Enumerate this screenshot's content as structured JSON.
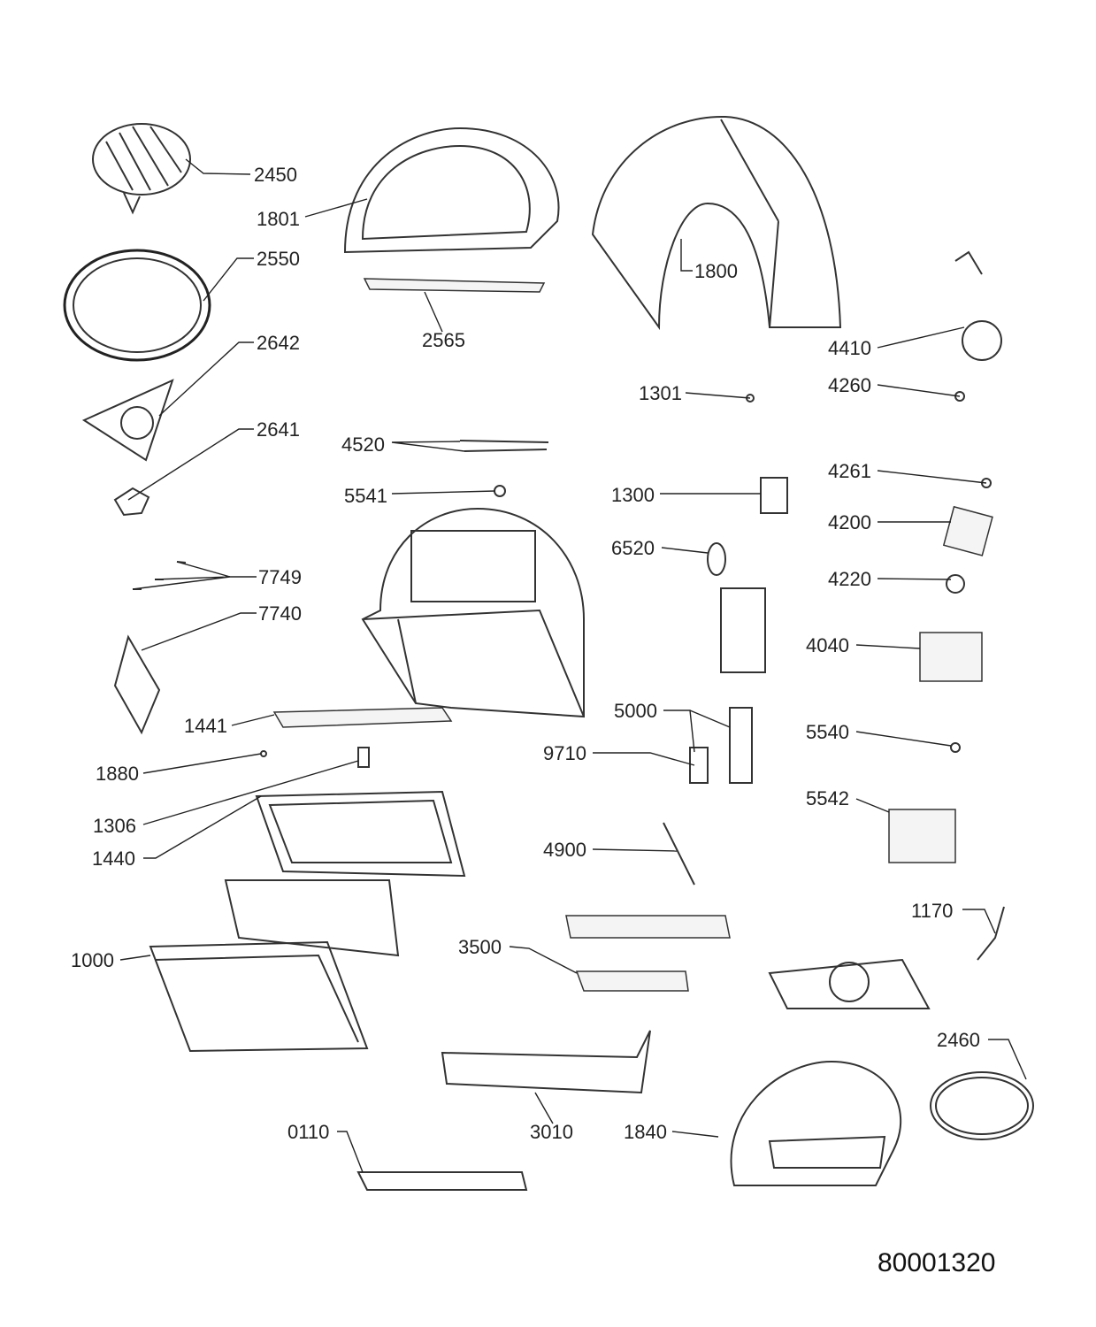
{
  "diagram": {
    "document_number": "80001320",
    "part_labels": {
      "p2450": "2450",
      "p1801": "1801",
      "p2550": "2550",
      "p2565": "2565",
      "p1800": "1800",
      "p2642": "2642",
      "p4410": "4410",
      "p1301": "1301",
      "p4260": "4260",
      "p2641": "2641",
      "p4520": "4520",
      "p5541": "5541",
      "p1300": "1300",
      "p4261": "4261",
      "p4200": "4200",
      "p6520": "6520",
      "p7749": "7749",
      "p4220": "4220",
      "p7740": "7740",
      "p4040": "4040",
      "p1441": "1441",
      "p5000": "5000",
      "p5540": "5540",
      "p9710": "9710",
      "p1880": "1880",
      "p5542": "5542",
      "p1306": "1306",
      "p1440": "1440",
      "p4900": "4900",
      "p1170": "1170",
      "p3500": "3500",
      "p1000": "1000",
      "p2460": "2460",
      "p0110": "0110",
      "p3010": "3010",
      "p1840": "1840"
    }
  }
}
